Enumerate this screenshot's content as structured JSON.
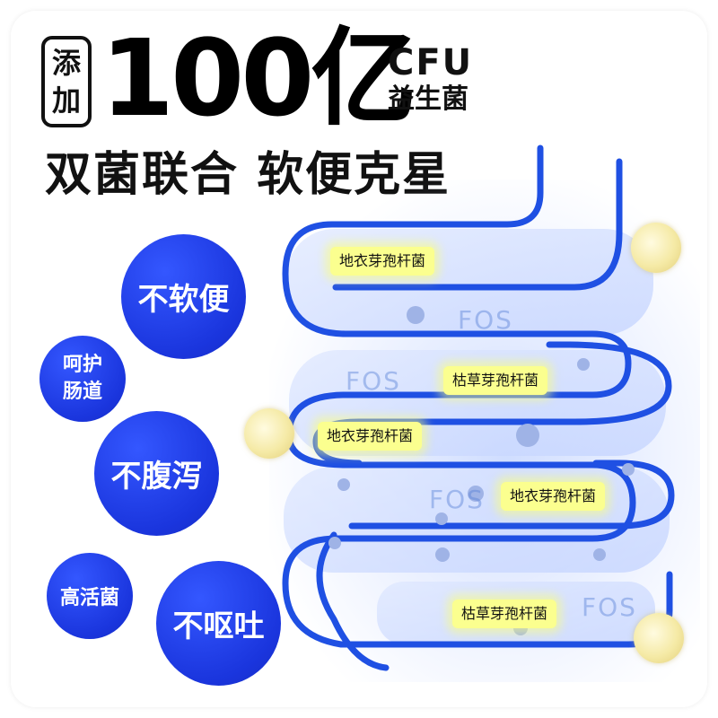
{
  "headline": {
    "badge_top": "添",
    "badge_bottom": "加",
    "amount": "100亿",
    "unit": "CFU",
    "unit_sub": "益生菌"
  },
  "subtitle": "双菌联合 软便克星",
  "benefits": [
    {
      "label": "不软便"
    },
    {
      "label_line1": "呵护",
      "label_line2": "肠道"
    },
    {
      "label": "不腹泻"
    },
    {
      "label": "高活菌"
    },
    {
      "label": "不呕吐"
    }
  ],
  "illustration": {
    "tags": [
      "地衣芽孢杆菌",
      "枯草芽孢杆菌",
      "地衣芽孢杆菌",
      "地衣芽孢杆菌",
      "枯草芽孢杆菌"
    ],
    "fos": [
      "FOS",
      "FOS",
      "FOS",
      "FOS"
    ]
  },
  "colors": {
    "brand_blue": "#1e3be6",
    "intestine_blue": "#1d4fe0",
    "tag_yellow": "#fbff8f"
  }
}
